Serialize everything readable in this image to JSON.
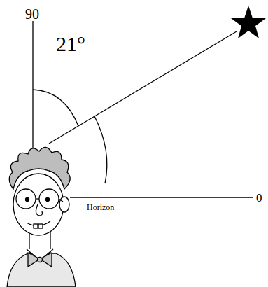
{
  "diagram": {
    "labels": [
      "90",
      "21°",
      "Horizon",
      "0"
    ]
  }
}
